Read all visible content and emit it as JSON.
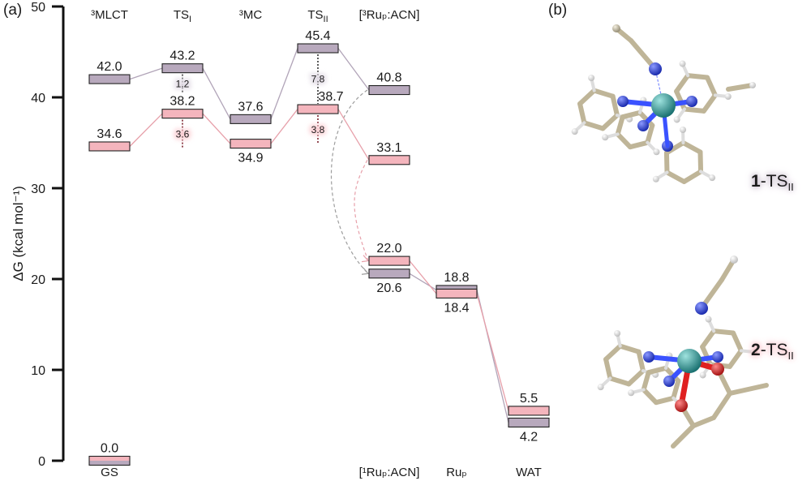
{
  "panel_labels": {
    "a": "(a)",
    "b": "(b)"
  },
  "colors": {
    "complex1": "#b8a9bd",
    "complex1_line": "#b1a4b8",
    "complex2": "#f4b5bd",
    "complex2_line": "#e7a0aa",
    "axis": "#111111",
    "atom_C": "#c8bea3",
    "atom_H": "#efefef",
    "atom_N": "#2a3fe0",
    "atom_Ru": "#2a9a99",
    "atom_O": "#e01818"
  },
  "chart_data": {
    "type": "energy-level-diagram",
    "ylabel": "ΔG (kcal mol⁻¹)",
    "ylim": [
      0,
      50
    ],
    "yticks": [
      0,
      10,
      20,
      30,
      40,
      50
    ],
    "states_top": [
      {
        "key": "mlct",
        "label": "³MLCT"
      },
      {
        "key": "ts1",
        "label": "TS",
        "sub": "I"
      },
      {
        "key": "mc",
        "label": "³MC"
      },
      {
        "key": "ts2",
        "label": "TS",
        "sub": "II"
      },
      {
        "key": "rup_acn3",
        "label": "[³Ruₚ:ACN]"
      }
    ],
    "states_bottom": [
      {
        "key": "gs",
        "label": "GS"
      },
      {
        "key": "rup_acn1",
        "label": "[¹Ruₚ:ACN]"
      },
      {
        "key": "rup",
        "label": "Ruₚ"
      },
      {
        "key": "wat",
        "label": "WAT"
      }
    ],
    "series": [
      {
        "name": "1",
        "levels": [
          {
            "state": "mlct",
            "value": 42.0,
            "label": "42.0"
          },
          {
            "state": "ts1",
            "value": 43.2,
            "label": "43.2"
          },
          {
            "state": "mc",
            "value": 37.6,
            "label": "37.6"
          },
          {
            "state": "ts2",
            "value": 45.4,
            "label": "45.4"
          },
          {
            "state": "rup_acn3",
            "value": 40.8,
            "label": "40.8"
          },
          {
            "state": "rup_acn1",
            "value": 20.6,
            "label": "20.6"
          },
          {
            "state": "rup",
            "value": 18.8,
            "label": "18.8"
          },
          {
            "state": "wat",
            "value": 4.2,
            "label": "4.2"
          }
        ]
      },
      {
        "name": "2",
        "levels": [
          {
            "state": "mlct",
            "value": 34.6,
            "label": "34.6"
          },
          {
            "state": "ts1",
            "value": 38.2,
            "label": "38.2"
          },
          {
            "state": "mc",
            "value": 34.9,
            "label": "34.9"
          },
          {
            "state": "ts2",
            "value": 38.7,
            "label": "38.7"
          },
          {
            "state": "rup_acn3",
            "value": 33.1,
            "label": "33.1"
          },
          {
            "state": "rup_acn1",
            "value": 22.0,
            "label": "22.0"
          },
          {
            "state": "rup",
            "value": 18.4,
            "label": "18.4"
          },
          {
            "state": "wat",
            "value": 5.5,
            "label": "5.5"
          }
        ]
      }
    ],
    "ground_state": {
      "value": 0.0,
      "label": "0.0"
    },
    "barriers": [
      {
        "series": "1",
        "state": "ts1",
        "label": "1.2"
      },
      {
        "series": "2",
        "state": "ts1",
        "label": "3.6"
      },
      {
        "series": "1",
        "state": "ts2",
        "label": "7.8"
      },
      {
        "series": "2",
        "state": "ts2",
        "label": "3.8"
      }
    ]
  },
  "molecules": [
    {
      "bold": "1",
      "rest": "-TS",
      "sub": "II",
      "color": "complex1"
    },
    {
      "bold": "2",
      "rest": "-TS",
      "sub": "II",
      "color": "complex2"
    }
  ]
}
